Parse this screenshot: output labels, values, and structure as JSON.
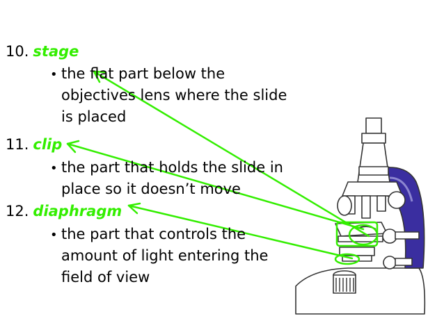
{
  "items": [
    {
      "number": "10.",
      "term": "stage",
      "definition_lines": [
        "the flat part below the",
        "objectives lens where the slide",
        "is placed"
      ]
    },
    {
      "number": "11.",
      "term": "clip",
      "definition_lines": [
        "the part that holds the slide in",
        "place so it doesn’t move"
      ]
    },
    {
      "number": "12.",
      "term": "diaphragm",
      "definition_lines": [
        "the part that controls the",
        "amount of light entering the",
        "field of view"
      ]
    }
  ],
  "colors": {
    "term_text": "#33ee00",
    "arrow": "#33ee00",
    "microscope_accent": "#3a2ea0",
    "microscope_outline": "#333333"
  },
  "icons": {
    "illustration": "microscope-illustration"
  }
}
